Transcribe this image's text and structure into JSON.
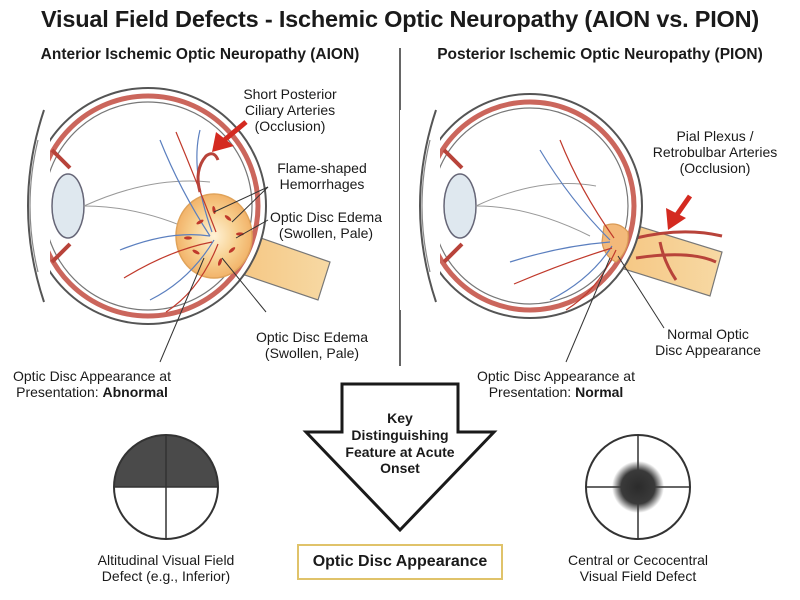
{
  "title": "Visual Field Defects - Ischemic Optic Neuropathy (AION vs. PION)",
  "left_panel": {
    "title": "Anterior Ischemic Optic Neuropathy (AION)",
    "labels": {
      "arteries": [
        "Short Posterior",
        "Ciliary Arteries",
        "(Occlusion)"
      ],
      "hemorrhages": [
        "Flame-shaped",
        "Hemorrhages"
      ],
      "edema_upper": [
        "Optic Disc Edema",
        "(Swollen, Pale)"
      ],
      "edema_lower": [
        "Optic Disc Edema",
        "(Swollen, Pale)"
      ],
      "presentation_line1": "Optic Disc Appearance at",
      "presentation_prefix": "Presentation: ",
      "presentation_value": "Abnormal"
    },
    "field_label": [
      "Altitudinal Visual Field",
      "Defect (e.g., Inferior)"
    ]
  },
  "right_panel": {
    "title": "Posterior Ischemic Optic Neuropathy (PION)",
    "labels": {
      "arteries": [
        "Pial Plexus /",
        "Retrobulbar Arteries",
        "(Occlusion)"
      ],
      "normal_disc": [
        "Normal Optic",
        "Disc Appearance"
      ],
      "presentation_line1": "Optic Disc Appearance at",
      "presentation_prefix": "Presentation: ",
      "presentation_value": "Normal"
    },
    "field_label": [
      "Central or Cecocentral",
      "Visual Field Defect"
    ]
  },
  "center": {
    "key_text": [
      "Key",
      "Distinguishing",
      "Feature at Acute",
      "Onset"
    ],
    "result": "Optic Disc Appearance"
  },
  "colors": {
    "eye_outline": "#555555",
    "sclera_red": "#b8433a",
    "disc_orange": "#f2b36a",
    "arrow_red": "#d42a20",
    "box_border": "#e0c36a",
    "defect_fill": "#4a4a4a"
  }
}
